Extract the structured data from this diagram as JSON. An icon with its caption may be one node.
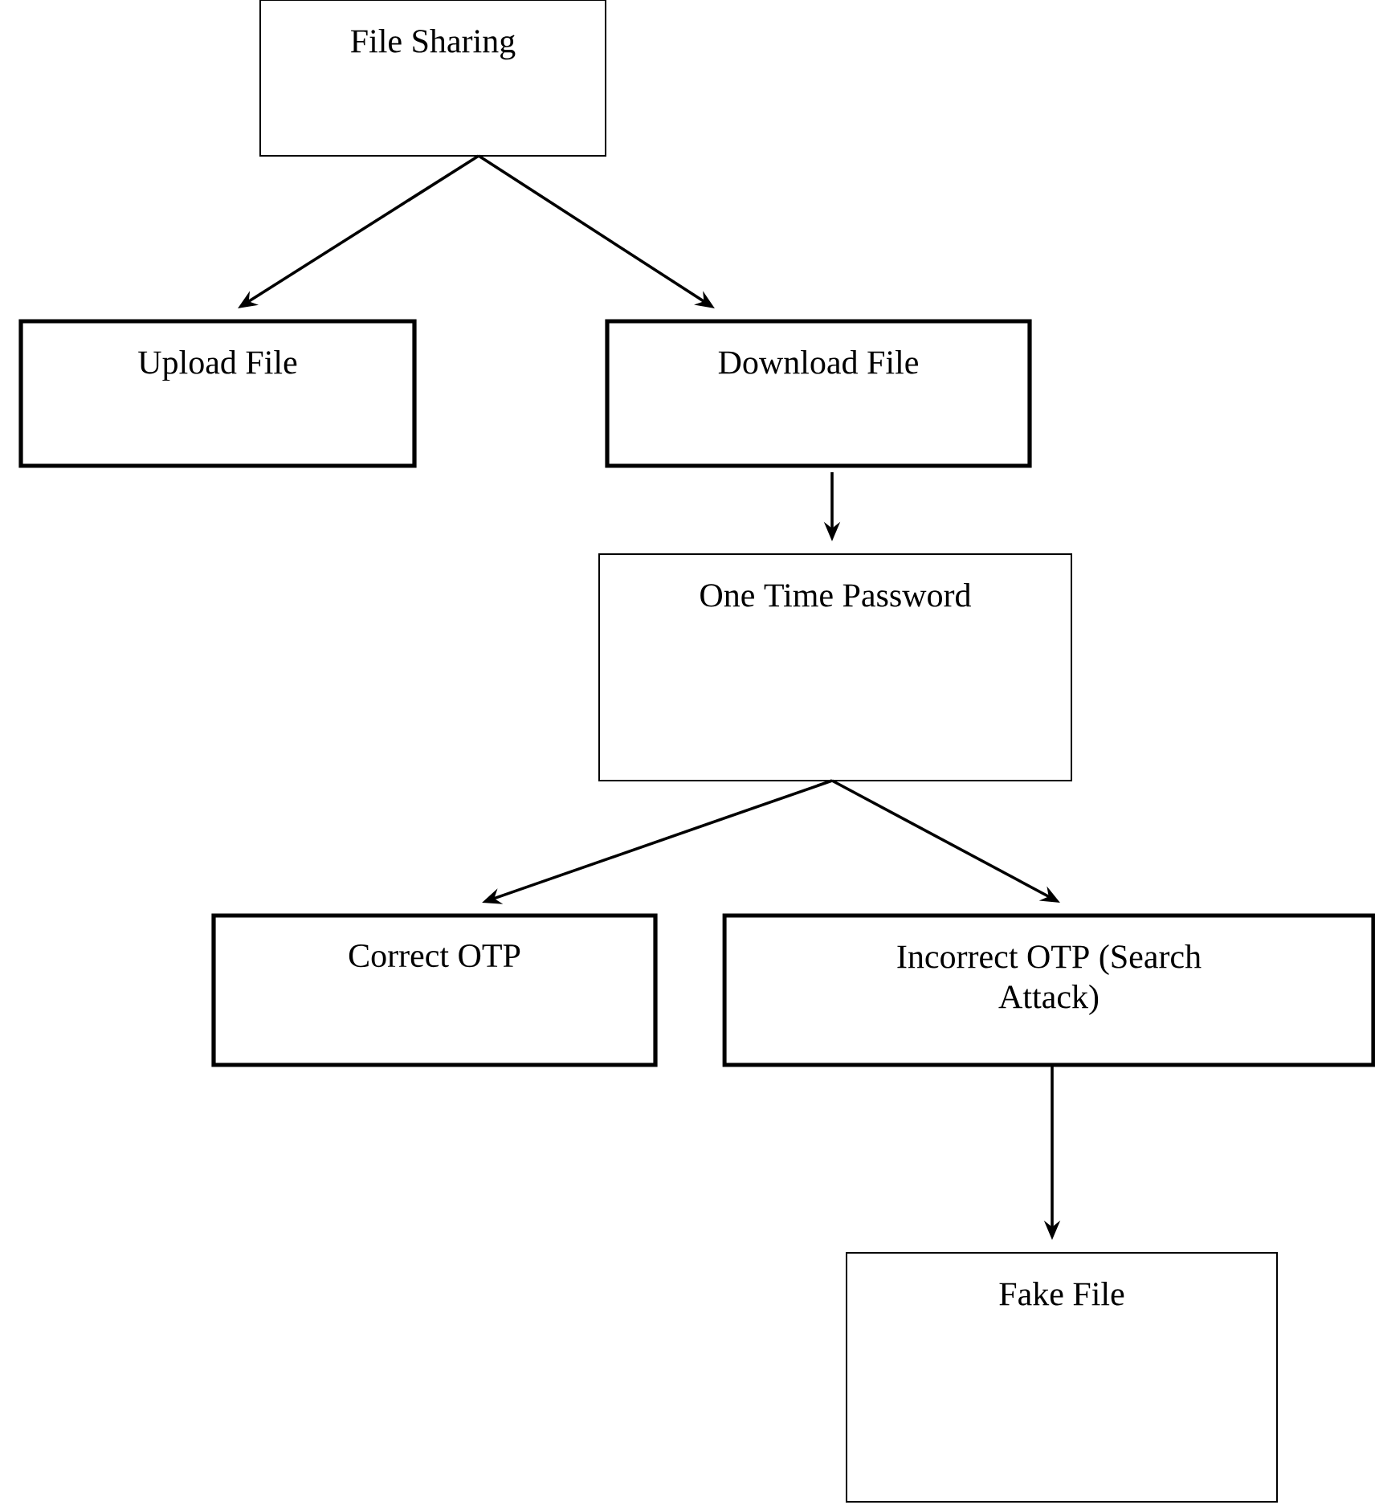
{
  "diagram": {
    "nodes": [
      {
        "text": [
          "File Sharing"
        ]
      },
      {
        "text": [
          "Upload File"
        ]
      },
      {
        "text": [
          "Download File"
        ]
      },
      {
        "text": [
          "One Time Password"
        ]
      },
      {
        "text": [
          "Correct OTP"
        ]
      },
      {
        "text": [
          "Incorrect OTP (Search Attack)"
        ]
      },
      {
        "text": [
          "Fake File"
        ]
      }
    ],
    "edges": [
      {
        "from": 0,
        "to": 1,
        "arrow": "to"
      },
      {
        "from": 0,
        "to": 2,
        "arrow": "to"
      },
      {
        "from": 2,
        "to": 3,
        "arrow": "to"
      },
      {
        "from": 3,
        "to": 4,
        "arrow": "to"
      },
      {
        "from": 3,
        "to": 5,
        "arrow": "to"
      },
      {
        "from": 5,
        "to": 6,
        "arrow": "to"
      }
    ]
  }
}
